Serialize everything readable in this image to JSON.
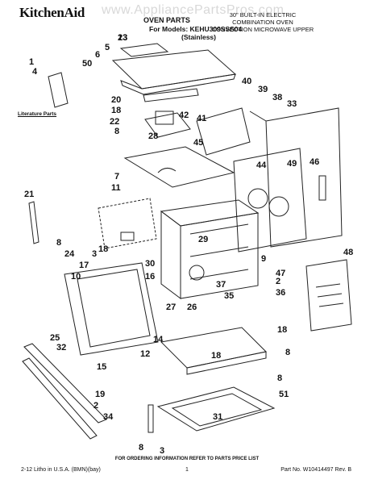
{
  "header": {
    "brand": "KitchenAid",
    "watermark": "www.AppliancePartsPros.com",
    "title": "OVEN PARTS",
    "models_line1": "For Models: KEHU309SSS04",
    "models_line2": "(Stainless)",
    "desc_line1": "30\" BUILT-IN ELECTRIC",
    "desc_line2": "COMBINATION OVEN",
    "desc_line3": "CONVECTION MICROWAVE UPPER"
  },
  "literature_label": "Literature Parts",
  "callouts": [
    "13",
    "5",
    "6",
    "1",
    "50",
    "4",
    "40",
    "39",
    "38",
    "33",
    "20",
    "18",
    "42",
    "41",
    "22",
    "28",
    "45",
    "8",
    "44",
    "49",
    "46",
    "7",
    "21",
    "11",
    "3",
    "29",
    "18",
    "30",
    "16",
    "9",
    "47",
    "48",
    "8",
    "24",
    "17",
    "10",
    "2",
    "26",
    "37",
    "35",
    "36",
    "27",
    "18",
    "25",
    "32",
    "12",
    "14",
    "15",
    "18",
    "8",
    "8",
    "19",
    "2",
    "34",
    "51",
    "31",
    "8",
    "3",
    "23"
  ],
  "footer": {
    "note": "FOR ORDERING INFORMATION REFER TO PARTS PRICE LIST",
    "left": "2-12 Litho in U.S.A. (BMN)(bay)",
    "center": "1",
    "right": "Part No. W10414497 Rev. B"
  }
}
